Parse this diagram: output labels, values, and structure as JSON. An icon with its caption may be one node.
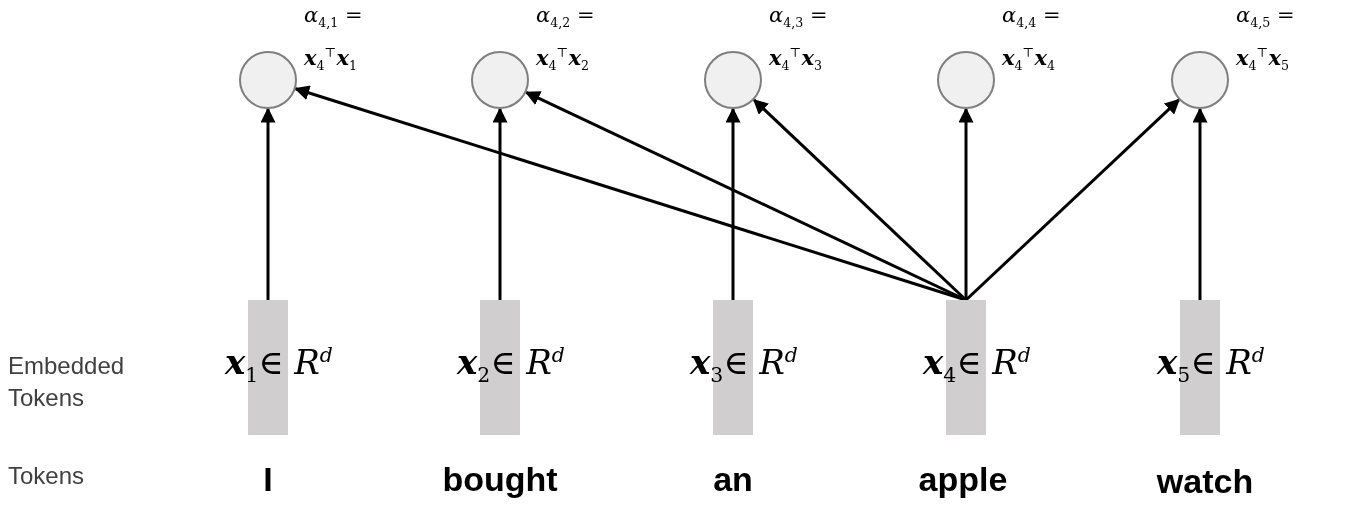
{
  "diagram": {
    "nodes": [
      {
        "text": [],
        "shape": "circle",
        "beside": [
          "*α*$_{4,1}$ = **x**$_{4}$$^{⊤}$**x**$_{1}$"
        ]
      },
      {
        "text": [],
        "shape": "circle",
        "beside": [
          "*α*$_{4,2}$ = **x**$_{4}$$^{⊤}$**x**$_{2}$"
        ]
      },
      {
        "text": [],
        "shape": "circle",
        "beside": [
          "*α*$_{4,3}$ = **x**$_{4}$$^{⊤}$**x**$_{3}$"
        ]
      },
      {
        "text": [],
        "shape": "circle",
        "beside": [
          "*α*$_{4,4}$ = **x**$_{4}$$^{⊤}$**x**$_{4}$"
        ]
      },
      {
        "text": [],
        "shape": "circle",
        "beside": [
          "*α*$_{4,5}$ = **x**$_{4}$$^{⊤}$**x**$_{5}$"
        ]
      },
      {
        "text": [
          "**x**$_{1}$∈ *R*$^{d}$"
        ]
      },
      {
        "text": [
          "**x**$_{2}$∈ *R*$^{d}$"
        ]
      },
      {
        "text": [
          "**x**$_{3}$∈ *R*$^{d}$"
        ]
      },
      {
        "text": [
          "**x**$_{4}$∈ *R*$^{d}$"
        ]
      },
      {
        "text": [
          "**x**$_{5}$∈ *R*$^{d}$"
        ]
      }
    ],
    "edges": [
      {
        "from": 5,
        "to": 0,
        "arrow": "to"
      },
      {
        "from": 6,
        "to": 1,
        "arrow": "to"
      },
      {
        "from": 7,
        "to": 2,
        "arrow": "to"
      },
      {
        "from": 8,
        "to": 3,
        "arrow": "to"
      },
      {
        "from": 9,
        "to": 4,
        "arrow": "to"
      },
      {
        "from": 8,
        "to": 0,
        "arrow": "to"
      },
      {
        "from": 8,
        "to": 1,
        "arrow": "to"
      },
      {
        "from": 8,
        "to": 2,
        "arrow": "to"
      },
      {
        "from": 8,
        "to": 4,
        "arrow": "to"
      }
    ],
    "labels": [
      "Embedded Tokens",
      "Tokens",
      "I",
      "bought",
      "an",
      "apple",
      "watch"
    ]
  }
}
